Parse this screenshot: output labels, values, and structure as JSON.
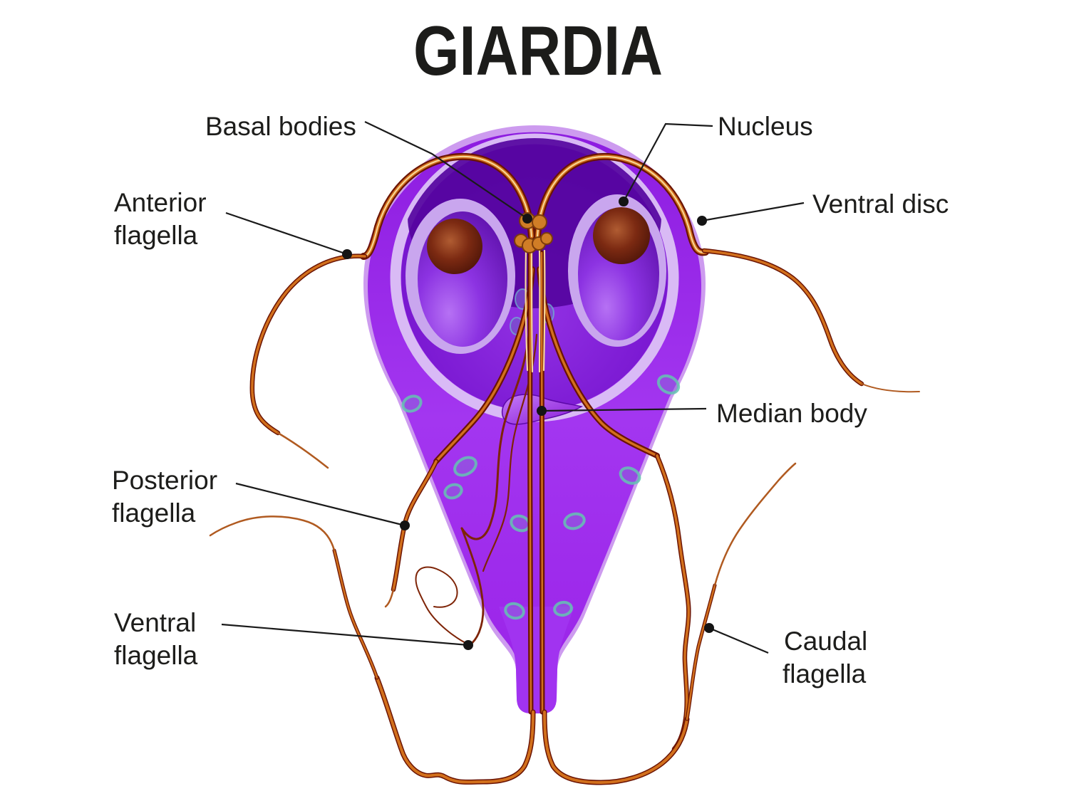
{
  "title": "GIARDIA",
  "labels": {
    "basal_bodies": {
      "text": "Basal bodies"
    },
    "nucleus": {
      "text": "Nucleus"
    },
    "anterior_flagella": {
      "line1": "Anterior",
      "line2": "flagella"
    },
    "ventral_disc": {
      "text": "Ventral disc"
    },
    "median_body": {
      "text": "Median body"
    },
    "posterior_flagella": {
      "line1": "Posterior",
      "line2": "flagella"
    },
    "ventral_flagella": {
      "line1": "Ventral",
      "line2": "flagella"
    },
    "caudal_flagella": {
      "line1": "Caudal",
      "line2": "flagella"
    }
  },
  "colors": {
    "background": "#ffffff",
    "text": "#1d1d1b",
    "leader_line": "#1a1a1a",
    "body_rim": "#cd9bef",
    "body_main": "#9a28e8",
    "ventral_disc_ring": "#dcc2f6",
    "ventral_disc_fill": "#7a18d2",
    "disc_dome": "#55049e",
    "nucleus_rim": "#c9a6ee",
    "nucleus_fill": "#8c33e2",
    "karyosome": "#7c2a12",
    "flagella_dark": "#6b1404",
    "flagella_mid": "#d2701c",
    "flagella_highlight": "#f7d79a",
    "basal_body": "#d07d26",
    "vesicle_ring": "#64c4b2",
    "median_body_fill": "#9a3ae8"
  }
}
